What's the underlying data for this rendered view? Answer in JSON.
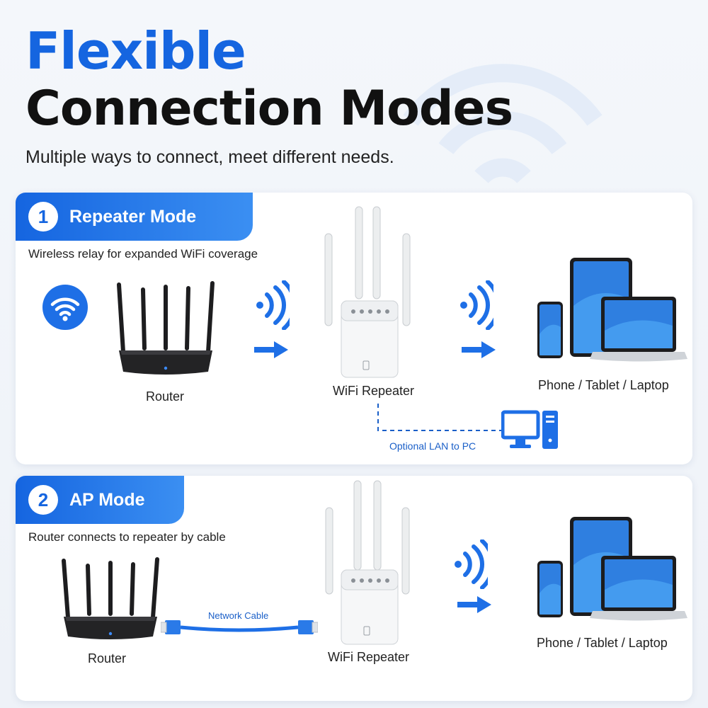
{
  "header": {
    "title_line1": "Flexible",
    "title_line2": "Connection Modes",
    "subtitle": "Multiple ways to connect, meet different needs."
  },
  "modes": [
    {
      "number": "1",
      "title": "Repeater Mode",
      "description": "Wireless relay for expanded WiFi coverage",
      "router_label": "Router",
      "repeater_label": "WiFi Repeater",
      "devices_label": "Phone / Tablet / Laptop",
      "lan_label": "Optional LAN to PC"
    },
    {
      "number": "2",
      "title": "AP Mode",
      "description": "Router connects to repeater by cable",
      "router_label": "Router",
      "repeater_label": "WiFi Repeater",
      "devices_label": "Phone / Tablet / Laptop",
      "cable_label": "Network Cable"
    }
  ],
  "colors": {
    "accent": "#1565e0",
    "accent_light": "#3b8ff2",
    "dark": "#111111"
  },
  "icons": [
    "wifi-icon",
    "router-icon",
    "repeater-icon",
    "wifi-signal-icon",
    "arrow-right-icon",
    "phone-icon",
    "tablet-icon",
    "laptop-icon",
    "desktop-pc-icon",
    "network-cable-icon"
  ]
}
